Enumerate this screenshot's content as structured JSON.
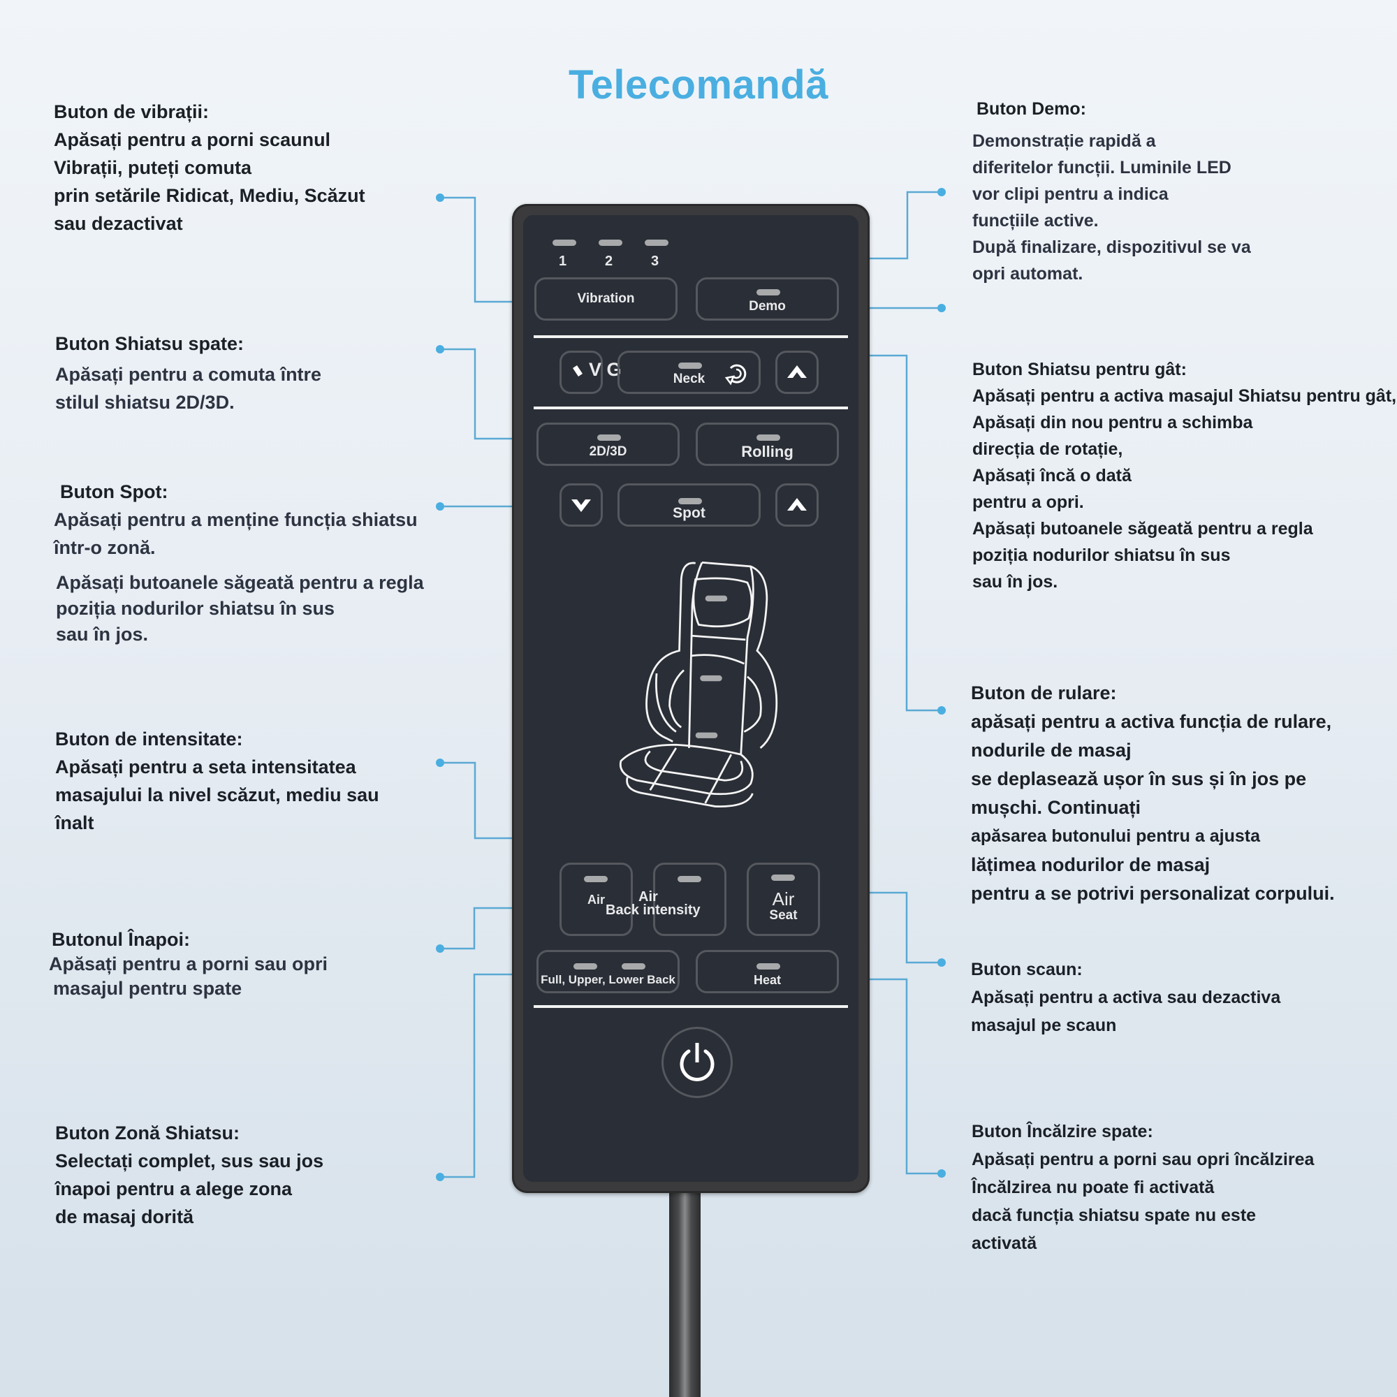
{
  "title": "Telecomandă",
  "colors": {
    "accent": "#4aaee0",
    "remote_panel": "#2a2e36",
    "text": "#1b1f26"
  },
  "callouts_left": [
    {
      "id": "vibration",
      "heading": "Buton de vibrații:",
      "lines": [
        "Apăsați pentru a porni scaunul",
        "Vibrații, puteți comuta",
        "prin setările Ridicat, Mediu, Scăzut",
        "sau dezactivat"
      ]
    },
    {
      "id": "back-shiatsu",
      "heading": "Buton Shiatsu spate:",
      "lines": [
        "Apăsați pentru a comuta între",
        "stilul shiatsu 2D/3D."
      ]
    },
    {
      "id": "spot",
      "heading": "Buton Spot:",
      "lines": [
        "Apăsați pentru a menține funcția shiatsu",
        "într-o zonă."
      ],
      "extra_lines": [
        "Apăsați butoanele săgeată pentru a regla",
        "poziția nodurilor shiatsu în sus",
        "sau în jos."
      ]
    },
    {
      "id": "intensity",
      "heading": "Buton de intensitate:",
      "lines": [
        "Apăsați pentru a seta intensitatea",
        "masajului la nivel scăzut, mediu sau",
        "înalt"
      ]
    },
    {
      "id": "back",
      "heading": "Butonul Înapoi:",
      "lines": [
        "Apăsați pentru a porni sau opri",
        "masajul pentru spate"
      ]
    },
    {
      "id": "zone",
      "heading": "Buton Zonă Shiatsu:",
      "lines": [
        "Selectați complet, sus sau jos",
        "înapoi pentru a alege zona",
        "de masaj dorită"
      ]
    }
  ],
  "callouts_right": [
    {
      "id": "demo",
      "heading": "Buton Demo:",
      "lines": [
        "Demonstrație rapidă a",
        "diferitelor funcții. Luminile LED",
        "vor clipi pentru a indica",
        "funcțiile active.",
        "După finalizare, dispozitivul se va",
        "opri automat."
      ]
    },
    {
      "id": "neck",
      "heading": "Buton Shiatsu pentru gât:",
      "lines": [
        "Apăsați pentru a activa masajul Shiatsu pentru gât,",
        "Apăsați din nou pentru a schimba",
        "direcția de rotație,",
        "Apăsați încă o dată",
        "pentru a opri.",
        "Apăsați butoanele săgeată pentru a regla",
        "poziția nodurilor shiatsu în sus",
        "sau în jos."
      ]
    },
    {
      "id": "rolling",
      "heading": "Buton de rulare:",
      "lines": [
        "apăsați pentru a activa funcția de rulare,",
        "nodurile de masaj",
        "se deplasează ușor în sus și în jos pe",
        "mușchi. Continuați",
        "apăsarea butonului pentru a ajusta",
        "lățimea nodurilor de masaj",
        "pentru a se potrivi personalizat corpului."
      ]
    },
    {
      "id": "seat",
      "heading": "Buton scaun:",
      "lines": [
        "Apăsați pentru a activa sau dezactiva",
        "masajul pe scaun"
      ]
    },
    {
      "id": "heat",
      "heading": "Buton Încălzire spate:",
      "lines": [
        "Apăsați pentru a porni sau opri încălzirea",
        "Încălzirea nu poate fi activată",
        "dacă funcția shiatsu spate nu este",
        "activată"
      ]
    }
  ],
  "remote": {
    "level_labels": [
      "1",
      "2",
      "3"
    ],
    "vibration": "Vibration",
    "demo": "Demo",
    "vg": "V G",
    "neck": "Neck",
    "d2d3": "2D/3D",
    "rolling": "Rolling",
    "spot": "Spot",
    "air_left": "Air",
    "air_mid": "Air",
    "back_intensity": "Back intensity",
    "air_seat_top": "Air",
    "air_seat_bottom": "Seat",
    "zone": "Full, Upper, Lower Back",
    "heat": "Heat",
    "up_arrow": "▲",
    "down_arrow": "▼"
  }
}
